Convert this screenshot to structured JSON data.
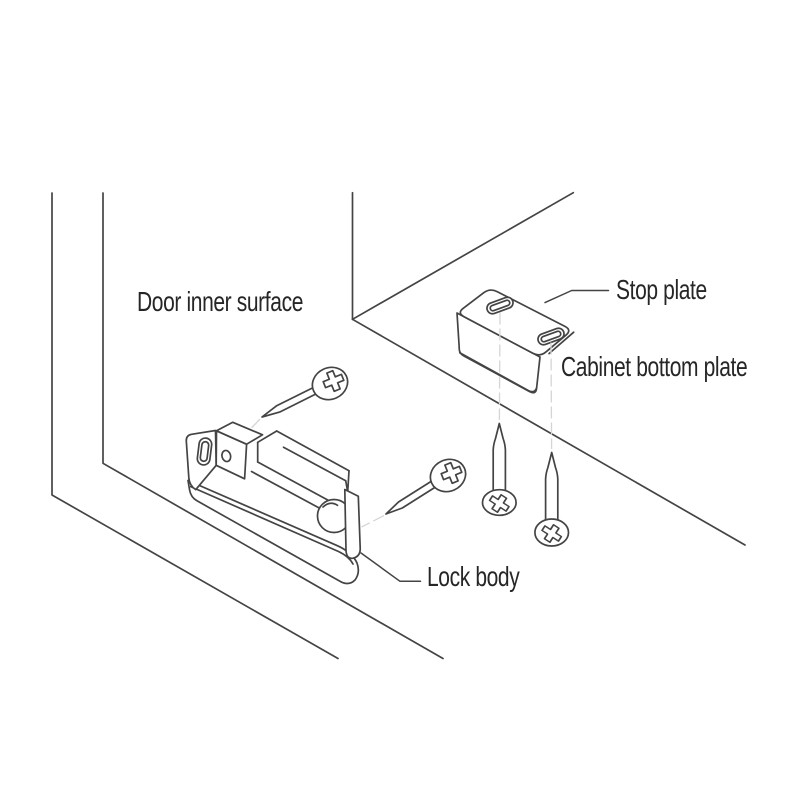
{
  "title": "Cabinet door lock installation diagram",
  "colors": {
    "bg": "#ffffff",
    "line": "#444444",
    "guide": "#d5d5d5",
    "text": "#262626"
  },
  "labels": {
    "door_inner_surface": "Door inner surface",
    "stop_plate": "Stop plate",
    "cabinet_bottom_plate": "Cabinet bottom plate",
    "lock_body": "Lock body"
  },
  "parts": [
    {
      "name": "door-panel",
      "label": "Door inner surface"
    },
    {
      "name": "cabinet-bottom-plate",
      "label": "Cabinet bottom plate"
    },
    {
      "name": "stop-plate-bracket",
      "label": "Stop plate",
      "slots": 2
    },
    {
      "name": "lock-body",
      "label": "Lock body"
    },
    {
      "name": "mounting-screws",
      "count": 4,
      "type": "phillips"
    }
  ]
}
